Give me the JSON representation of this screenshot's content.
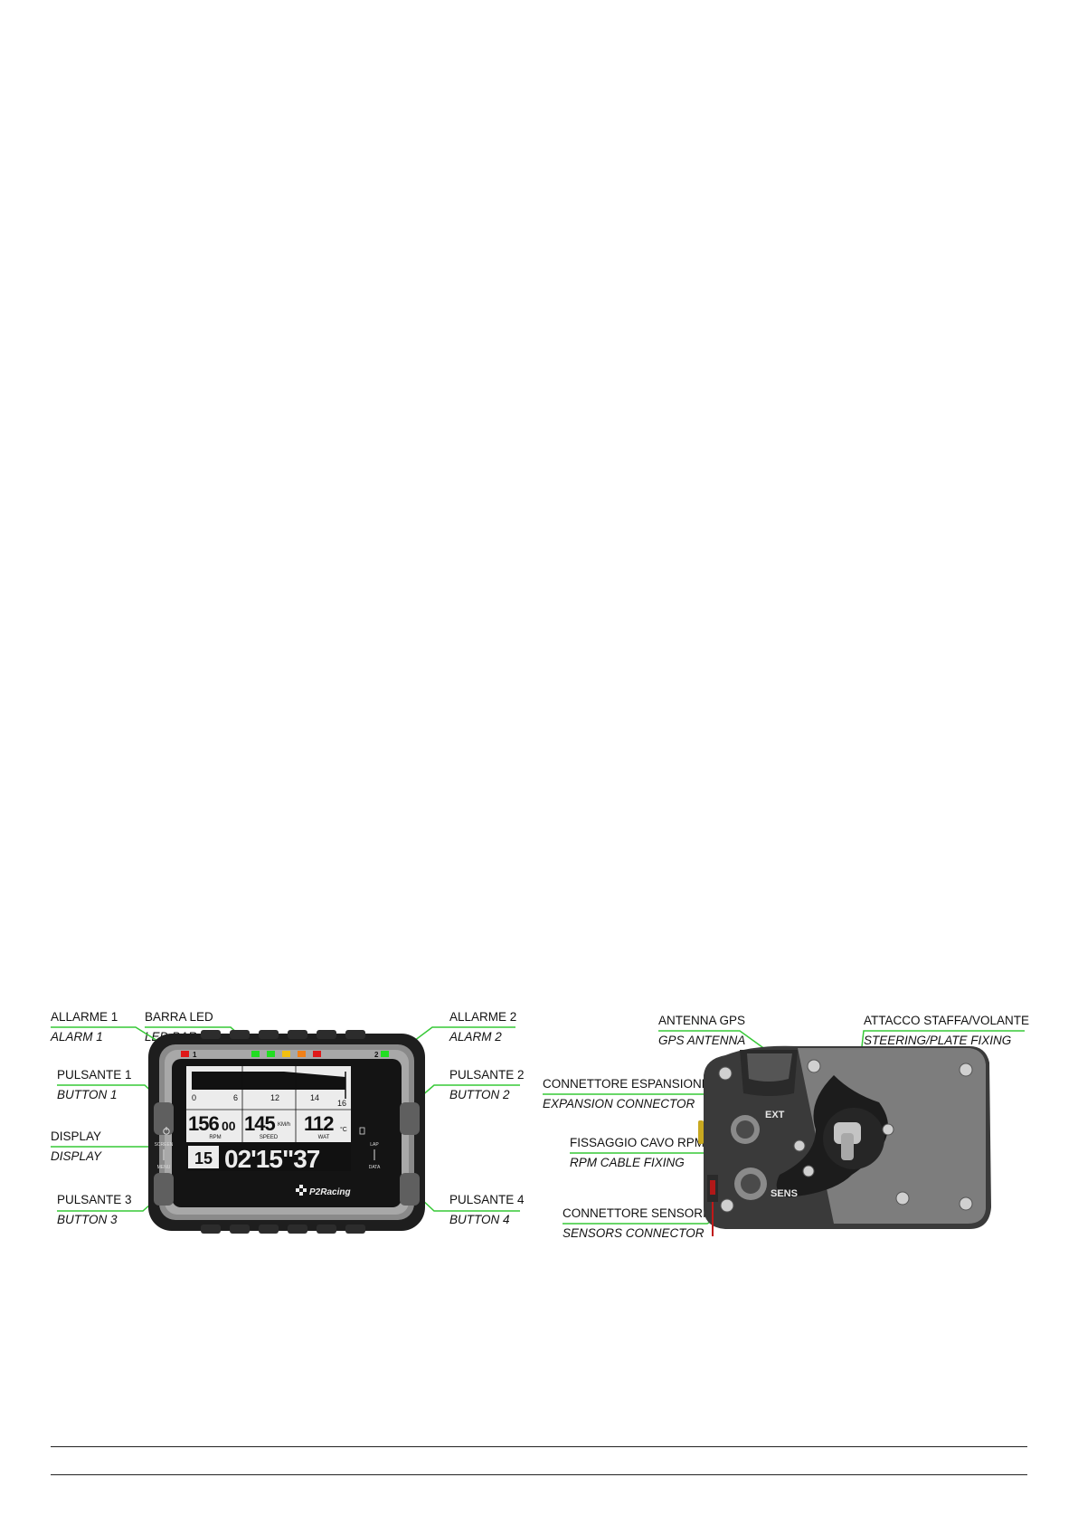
{
  "callouts": {
    "alarm1": {
      "main": "ALLARME 1",
      "sub": "ALARM 1"
    },
    "ledbar": {
      "main": "BARRA LED",
      "sub": "LED BAR"
    },
    "alarm2": {
      "main": "ALLARME 2",
      "sub": "ALARM 2"
    },
    "button1": {
      "main": "PULSANTE 1",
      "sub": "BUTTON 1"
    },
    "button2": {
      "main": "PULSANTE 2",
      "sub": "BUTTON 2"
    },
    "display": {
      "main": "DISPLAY",
      "sub": "DISPLAY"
    },
    "button3": {
      "main": "PULSANTE 3",
      "sub": "BUTTON 3"
    },
    "button4": {
      "main": "PULSANTE 4",
      "sub": "BUTTON 4"
    },
    "gps": {
      "main": "ANTENNA GPS",
      "sub": "GPS ANTENNA"
    },
    "fixing": {
      "main": "ATTACCO STAFFA/VOLANTE",
      "sub": "STEERING/PLATE FIXING"
    },
    "expansion": {
      "main": "CONNETTORE ESPANSIONE",
      "sub": "EXPANSION CONNECTOR"
    },
    "rpm": {
      "main": "FISSAGGIO CAVO RPM",
      "sub": "RPM CABLE FIXING"
    },
    "sensors": {
      "main": "CONNETTORE SENSORI",
      "sub": "SENSORS CONNECTOR"
    }
  },
  "device": {
    "alarm1_num": "1",
    "alarm2_num": "2",
    "screen_label": "SCREEN",
    "menu_label": "MENU",
    "lap_label": "LAP",
    "data_label": "DATA",
    "scale": [
      "0",
      "6",
      "12",
      "14",
      "16"
    ],
    "rpm_value": "156",
    "rpm_decimals": "00",
    "rpm_label": "RPM",
    "speed_value": "145",
    "speed_unit": "KM/h",
    "speed_label": "SPEED",
    "temp_value": "112",
    "temp_unit": "°C",
    "temp_label": "WAT",
    "lap_number": "15",
    "lap_time": "02'15\"37",
    "brand": "P2Racing",
    "ext_label": "EXT",
    "sens_label": "SENS"
  },
  "colors": {
    "callout_line": "#37c837",
    "led_red": "#e01818",
    "led_green": "#22dd22",
    "led_yellow": "#f2c010",
    "led_orange": "#f08018",
    "body_dark": "#1e1e1e",
    "body_grey": "#8a8a8a"
  }
}
